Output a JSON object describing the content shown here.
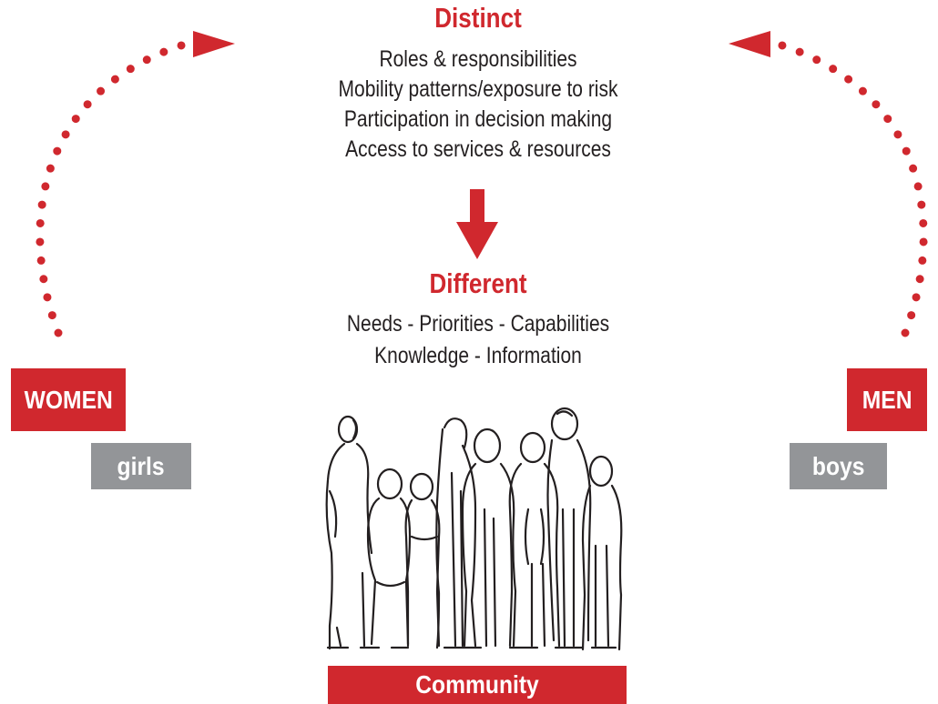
{
  "distinct": {
    "title": "Distinct",
    "items": [
      "Roles & responsibilities",
      "Mobility patterns/exposure to risk",
      "Participation in decision making",
      "Access to services & resources"
    ]
  },
  "different": {
    "title": "Different",
    "items": [
      "Needs - Priorities - Capabilities",
      "Knowledge - Information"
    ]
  },
  "labels": {
    "women": "WOMEN",
    "girls": "girls",
    "men": "MEN",
    "boys": "boys",
    "community": "Community"
  },
  "colors": {
    "accent_red": "#d0282e",
    "label_gray": "#939598",
    "text_dark": "#231f20"
  },
  "icons": {
    "arrow": "down-arrow-icon",
    "left_arc": "dotted-arc-arrow-left",
    "right_arc": "dotted-arc-arrow-right",
    "crowd": "community-crowd-illustration"
  }
}
